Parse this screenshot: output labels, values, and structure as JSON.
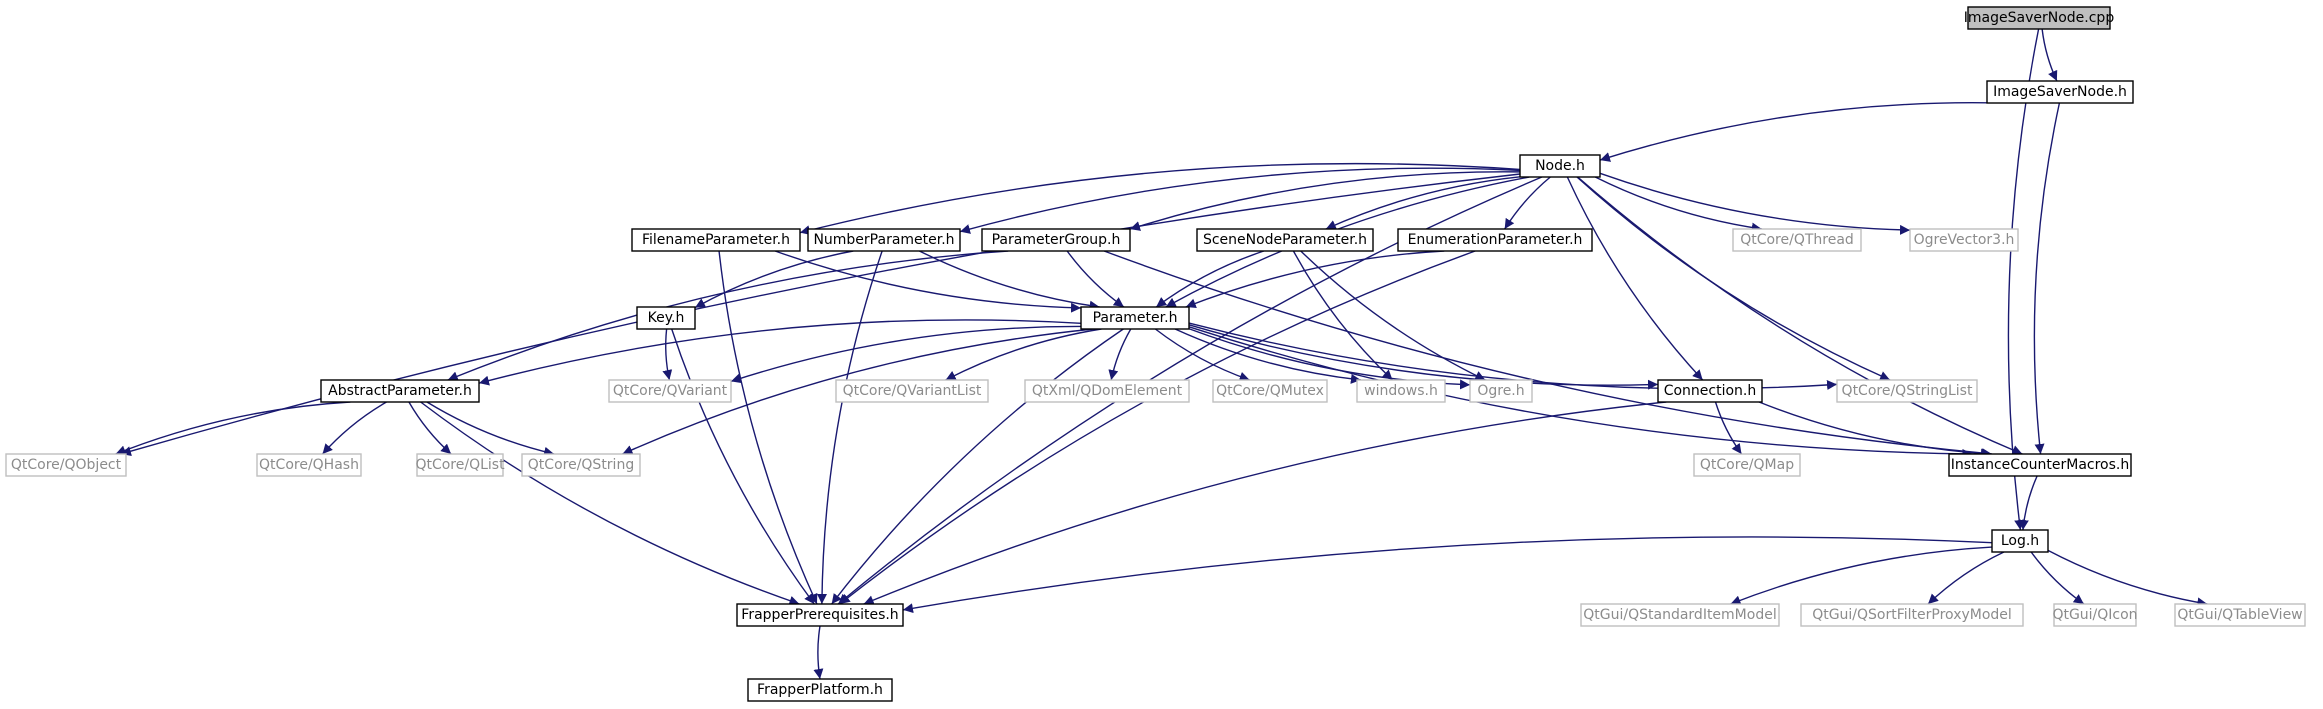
{
  "colors": {
    "edge": "#191970",
    "local_border": "#000000",
    "system_border": "#bfbfbf",
    "local_text": "#000000",
    "system_text": "#8c8c8c",
    "root_fill": "#bfbfbf"
  },
  "graph": {
    "nodes": [
      {
        "id": "ImageSaverNode_cpp",
        "label": "ImageSaverNode.cpp",
        "kind": "root"
      },
      {
        "id": "ImageSaverNode_h",
        "label": "ImageSaverNode.h",
        "kind": "local"
      },
      {
        "id": "Node_h",
        "label": "Node.h",
        "kind": "local"
      },
      {
        "id": "FilenameParameter_h",
        "label": "FilenameParameter.h",
        "kind": "local"
      },
      {
        "id": "NumberParameter_h",
        "label": "NumberParameter.h",
        "kind": "local"
      },
      {
        "id": "ParameterGroup_h",
        "label": "ParameterGroup.h",
        "kind": "local"
      },
      {
        "id": "SceneNodeParameter_h",
        "label": "SceneNodeParameter.h",
        "kind": "local"
      },
      {
        "id": "EnumerationParameter_h",
        "label": "EnumerationParameter.h",
        "kind": "local"
      },
      {
        "id": "QThread",
        "label": "QtCore/QThread",
        "kind": "system"
      },
      {
        "id": "OgreVector3_h",
        "label": "OgreVector3.h",
        "kind": "system"
      },
      {
        "id": "Key_h",
        "label": "Key.h",
        "kind": "local"
      },
      {
        "id": "Parameter_h",
        "label": "Parameter.h",
        "kind": "local"
      },
      {
        "id": "AbstractParameter_h",
        "label": "AbstractParameter.h",
        "kind": "local"
      },
      {
        "id": "QVariant",
        "label": "QtCore/QVariant",
        "kind": "system"
      },
      {
        "id": "QVariantList",
        "label": "QtCore/QVariantList",
        "kind": "system"
      },
      {
        "id": "QDomElement",
        "label": "QtXml/QDomElement",
        "kind": "system"
      },
      {
        "id": "QMutex",
        "label": "QtCore/QMutex",
        "kind": "system"
      },
      {
        "id": "windows_h",
        "label": "windows.h",
        "kind": "system"
      },
      {
        "id": "Ogre_h",
        "label": "Ogre.h",
        "kind": "system"
      },
      {
        "id": "Connection_h",
        "label": "Connection.h",
        "kind": "local"
      },
      {
        "id": "QStringList",
        "label": "QtCore/QStringList",
        "kind": "system"
      },
      {
        "id": "QObject",
        "label": "QtCore/QObject",
        "kind": "system"
      },
      {
        "id": "QHash",
        "label": "QtCore/QHash",
        "kind": "system"
      },
      {
        "id": "QList",
        "label": "QtCore/QList",
        "kind": "system"
      },
      {
        "id": "QString",
        "label": "QtCore/QString",
        "kind": "system"
      },
      {
        "id": "QMap",
        "label": "QtCore/QMap",
        "kind": "system"
      },
      {
        "id": "InstanceCounterMacros_h",
        "label": "InstanceCounterMacros.h",
        "kind": "local"
      },
      {
        "id": "Log_h",
        "label": "Log.h",
        "kind": "local"
      },
      {
        "id": "FrapperPrerequisites_h",
        "label": "FrapperPrerequisites.h",
        "kind": "local"
      },
      {
        "id": "QStandardItemModel",
        "label": "QtGui/QStandardItemModel",
        "kind": "system"
      },
      {
        "id": "QSortFilterProxyModel",
        "label": "QtGui/QSortFilterProxyModel",
        "kind": "system"
      },
      {
        "id": "QIcon",
        "label": "QtGui/QIcon",
        "kind": "system"
      },
      {
        "id": "QTableView",
        "label": "QtGui/QTableView",
        "kind": "system"
      },
      {
        "id": "FrapperPlatform_h",
        "label": "FrapperPlatform.h",
        "kind": "local"
      }
    ],
    "edges": [
      [
        "ImageSaverNode_cpp",
        "ImageSaverNode_h"
      ],
      [
        "ImageSaverNode_cpp",
        "Log_h"
      ],
      [
        "ImageSaverNode_h",
        "Node_h"
      ],
      [
        "ImageSaverNode_h",
        "InstanceCounterMacros_h"
      ],
      [
        "Node_h",
        "FilenameParameter_h"
      ],
      [
        "Node_h",
        "NumberParameter_h"
      ],
      [
        "Node_h",
        "ParameterGroup_h"
      ],
      [
        "Node_h",
        "SceneNodeParameter_h"
      ],
      [
        "Node_h",
        "EnumerationParameter_h"
      ],
      [
        "Node_h",
        "QThread"
      ],
      [
        "Node_h",
        "OgreVector3_h"
      ],
      [
        "Node_h",
        "Parameter_h"
      ],
      [
        "Node_h",
        "Connection_h"
      ],
      [
        "Node_h",
        "QStringList"
      ],
      [
        "Node_h",
        "QObject"
      ],
      [
        "Node_h",
        "InstanceCounterMacros_h"
      ],
      [
        "Node_h",
        "FrapperPrerequisites_h"
      ],
      [
        "FilenameParameter_h",
        "Parameter_h"
      ],
      [
        "FilenameParameter_h",
        "FrapperPrerequisites_h"
      ],
      [
        "NumberParameter_h",
        "Parameter_h"
      ],
      [
        "NumberParameter_h",
        "Key_h"
      ],
      [
        "NumberParameter_h",
        "FrapperPrerequisites_h"
      ],
      [
        "ParameterGroup_h",
        "Parameter_h"
      ],
      [
        "ParameterGroup_h",
        "AbstractParameter_h"
      ],
      [
        "ParameterGroup_h",
        "InstanceCounterMacros_h"
      ],
      [
        "SceneNodeParameter_h",
        "Parameter_h"
      ],
      [
        "SceneNodeParameter_h",
        "windows_h"
      ],
      [
        "SceneNodeParameter_h",
        "Ogre_h"
      ],
      [
        "EnumerationParameter_h",
        "Parameter_h"
      ],
      [
        "EnumerationParameter_h",
        "FrapperPrerequisites_h"
      ],
      [
        "Key_h",
        "QVariant"
      ],
      [
        "Key_h",
        "FrapperPrerequisites_h"
      ],
      [
        "Parameter_h",
        "AbstractParameter_h"
      ],
      [
        "Parameter_h",
        "QVariant"
      ],
      [
        "Parameter_h",
        "QVariantList"
      ],
      [
        "Parameter_h",
        "QDomElement"
      ],
      [
        "Parameter_h",
        "QMutex"
      ],
      [
        "Parameter_h",
        "windows_h"
      ],
      [
        "Parameter_h",
        "Ogre_h"
      ],
      [
        "Parameter_h",
        "Connection_h"
      ],
      [
        "Parameter_h",
        "QStringList"
      ],
      [
        "Parameter_h",
        "InstanceCounterMacros_h"
      ],
      [
        "Parameter_h",
        "QString"
      ],
      [
        "Parameter_h",
        "FrapperPrerequisites_h"
      ],
      [
        "AbstractParameter_h",
        "QObject"
      ],
      [
        "AbstractParameter_h",
        "QHash"
      ],
      [
        "AbstractParameter_h",
        "QList"
      ],
      [
        "AbstractParameter_h",
        "QString"
      ],
      [
        "AbstractParameter_h",
        "FrapperPrerequisites_h"
      ],
      [
        "Connection_h",
        "QMap"
      ],
      [
        "Connection_h",
        "InstanceCounterMacros_h"
      ],
      [
        "Connection_h",
        "FrapperPrerequisites_h"
      ],
      [
        "InstanceCounterMacros_h",
        "Log_h"
      ],
      [
        "Log_h",
        "FrapperPrerequisites_h"
      ],
      [
        "Log_h",
        "QStandardItemModel"
      ],
      [
        "Log_h",
        "QSortFilterProxyModel"
      ],
      [
        "Log_h",
        "QIcon"
      ],
      [
        "Log_h",
        "QTableView"
      ],
      [
        "FrapperPrerequisites_h",
        "FrapperPlatform_h"
      ]
    ]
  }
}
